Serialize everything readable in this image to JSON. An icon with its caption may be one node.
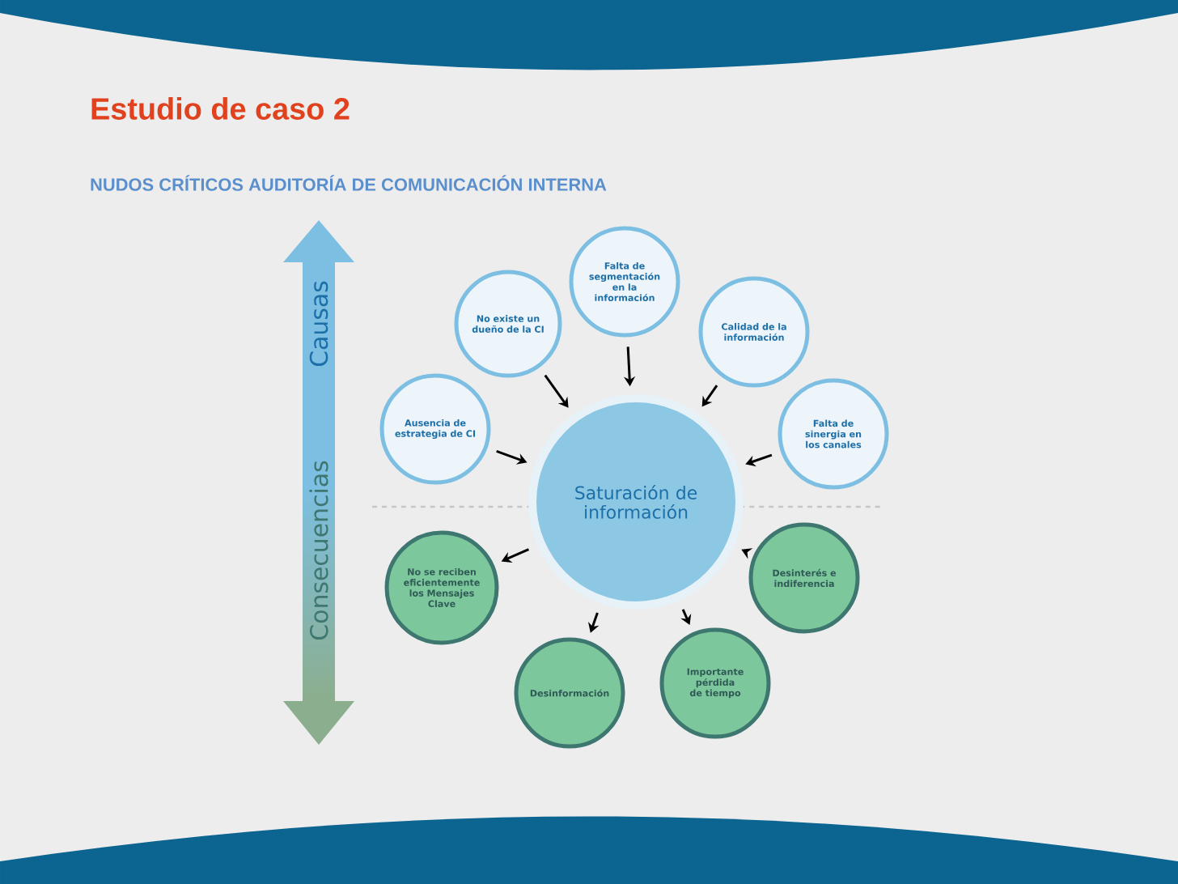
{
  "diagram": {
    "title": "Estudio de caso 2",
    "caption": "NUDOS CRÍTICOS AUDITORÍA DE COMUNICACIÓN INTERNA",
    "nodes": [
      {
        "text": [
          "Saturación de información"
        ]
      },
      {
        "text": [
          "Falta de segmentación en la información"
        ]
      },
      {
        "text": [
          "No existe un dueño de la CI"
        ]
      },
      {
        "text": [
          "Calidad de la información"
        ]
      },
      {
        "text": [
          "Ausencia de estrategia de CI"
        ]
      },
      {
        "text": [
          "Falta de sinergia en los canales"
        ]
      },
      {
        "text": [
          "No se reciben eficientemente los Mensajes Clave"
        ]
      },
      {
        "text": [
          "Desinterés e indiferencia"
        ]
      },
      {
        "text": [
          "Desinformación"
        ]
      },
      {
        "text": [
          "Importante pérdida de tiempo"
        ]
      }
    ],
    "edges": [
      {
        "from": 1,
        "to": 0,
        "arrow": "to"
      },
      {
        "from": 2,
        "to": 0,
        "arrow": "to"
      },
      {
        "from": 3,
        "to": 0,
        "arrow": "to"
      },
      {
        "from": 4,
        "to": 0,
        "arrow": "to"
      },
      {
        "from": 5,
        "to": 0,
        "arrow": "to"
      },
      {
        "from": 0,
        "to": 6,
        "arrow": "to"
      },
      {
        "from": 7,
        "to": 0,
        "arrow": "to"
      },
      {
        "from": 0,
        "to": 8,
        "arrow": "to"
      },
      {
        "from": 0,
        "to": 9,
        "arrow": "to"
      }
    ],
    "labels": [
      "Causas",
      "Consecuencias"
    ]
  }
}
